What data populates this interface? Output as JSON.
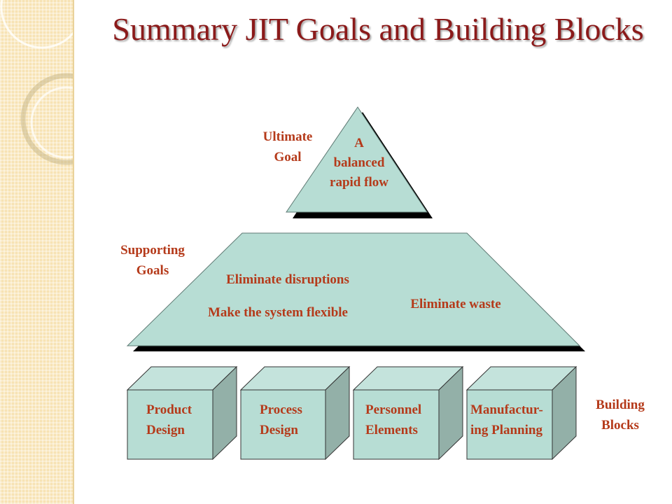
{
  "title": "Summary JIT Goals and Building Blocks",
  "colors": {
    "title": "#8b1a1a",
    "label": "#b53a1a",
    "shape_fill": "#b7ddd4",
    "shape_side": "#93b0a8",
    "shadow": "#000000"
  },
  "ultimate_goal": {
    "label_lines": [
      "Ultimate",
      "Goal"
    ],
    "text_lines": [
      "A",
      "balanced",
      "rapid flow"
    ]
  },
  "supporting_goals": {
    "label_lines": [
      "Supporting",
      "Goals"
    ],
    "items": [
      "Eliminate disruptions",
      "Make the system flexible",
      "Eliminate waste"
    ]
  },
  "building_blocks": {
    "label_lines": [
      "Building",
      "Blocks"
    ],
    "blocks": [
      {
        "lines": [
          "Product",
          "Design"
        ]
      },
      {
        "lines": [
          "Process",
          "Design"
        ]
      },
      {
        "lines": [
          "Personnel",
          "Elements"
        ]
      },
      {
        "lines": [
          "Manufactur-",
          "ing Planning"
        ]
      }
    ]
  }
}
